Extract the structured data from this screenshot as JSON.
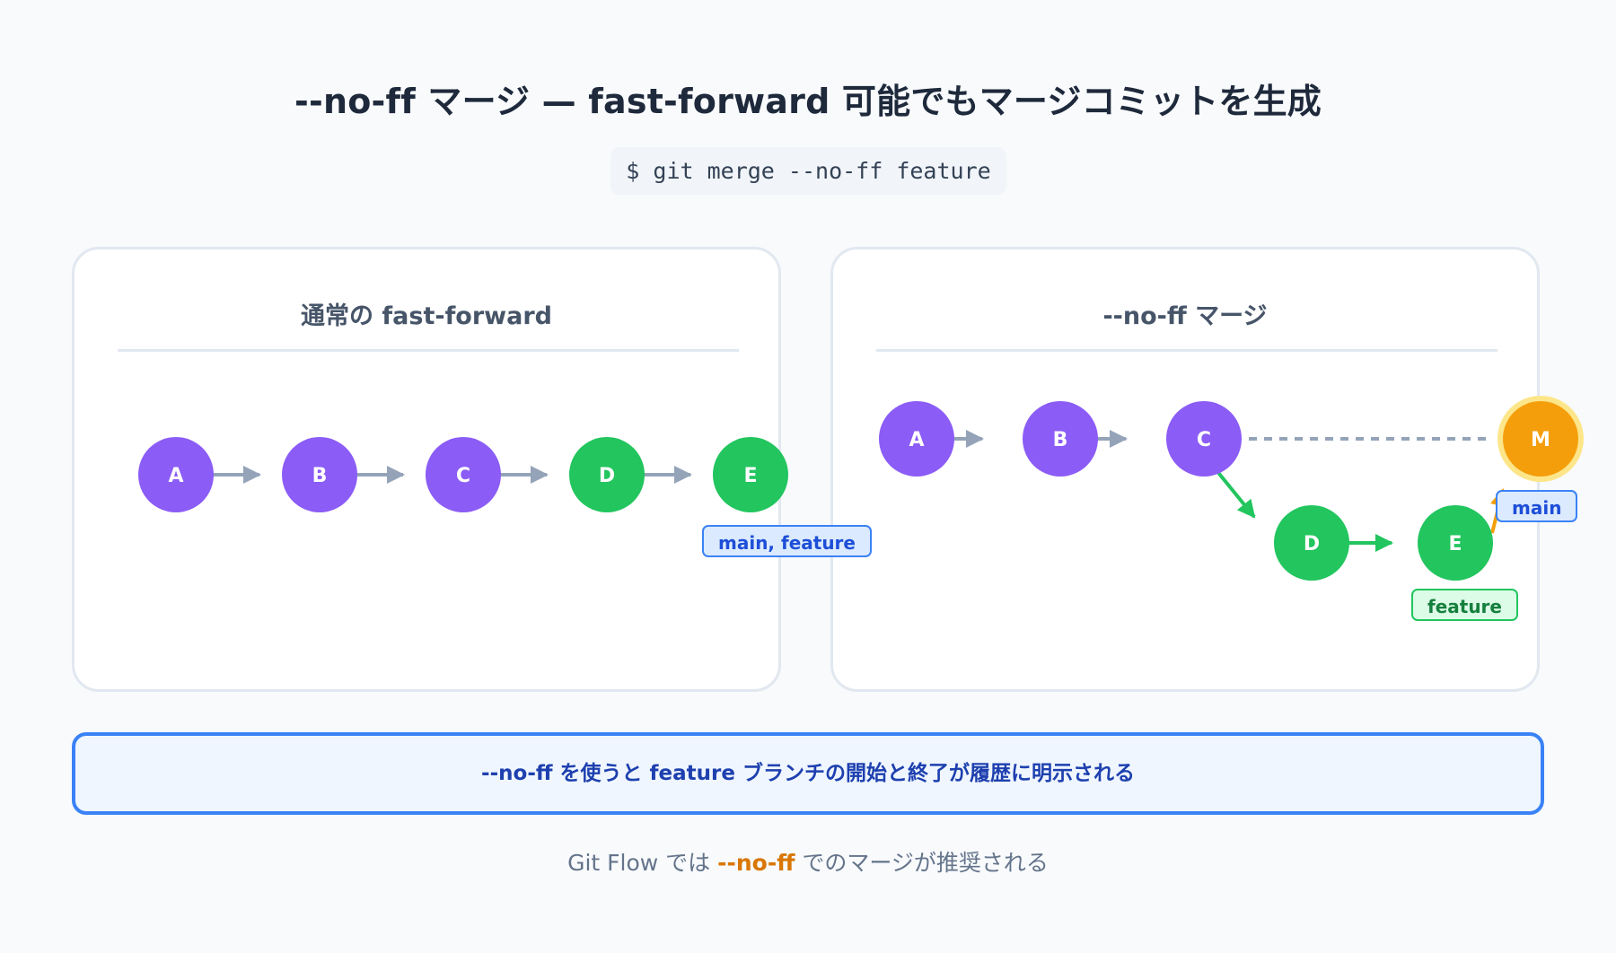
{
  "title": "--no-ff マージ — fast-forward 可能でもマージコミットを生成",
  "command": "$ git merge --no-ff feature",
  "colors": {
    "main_commit": "#8b5cf6",
    "feature_commit": "#22c55e",
    "merge_commit": "#f59e0b",
    "arrow": "#94a3b8",
    "accent": "#3b82f6"
  },
  "panels": {
    "fast_forward": {
      "title": "通常の fast-forward",
      "commits": [
        "A",
        "B",
        "C",
        "D",
        "E"
      ],
      "branch_label": "main, feature"
    },
    "no_ff": {
      "title": "--no-ff マージ",
      "main_commits": [
        "A",
        "B",
        "C"
      ],
      "feature_commits": [
        "D",
        "E"
      ],
      "merge_commit": "M",
      "main_label": "main",
      "feature_label": "feature"
    }
  },
  "callout": "--no-ff を使うと feature ブランチの開始と終了が履歴に明示される",
  "footnote": {
    "prefix": "Git Flow では ",
    "highlight": "--no-ff",
    "suffix": " でのマージが推奨される"
  }
}
